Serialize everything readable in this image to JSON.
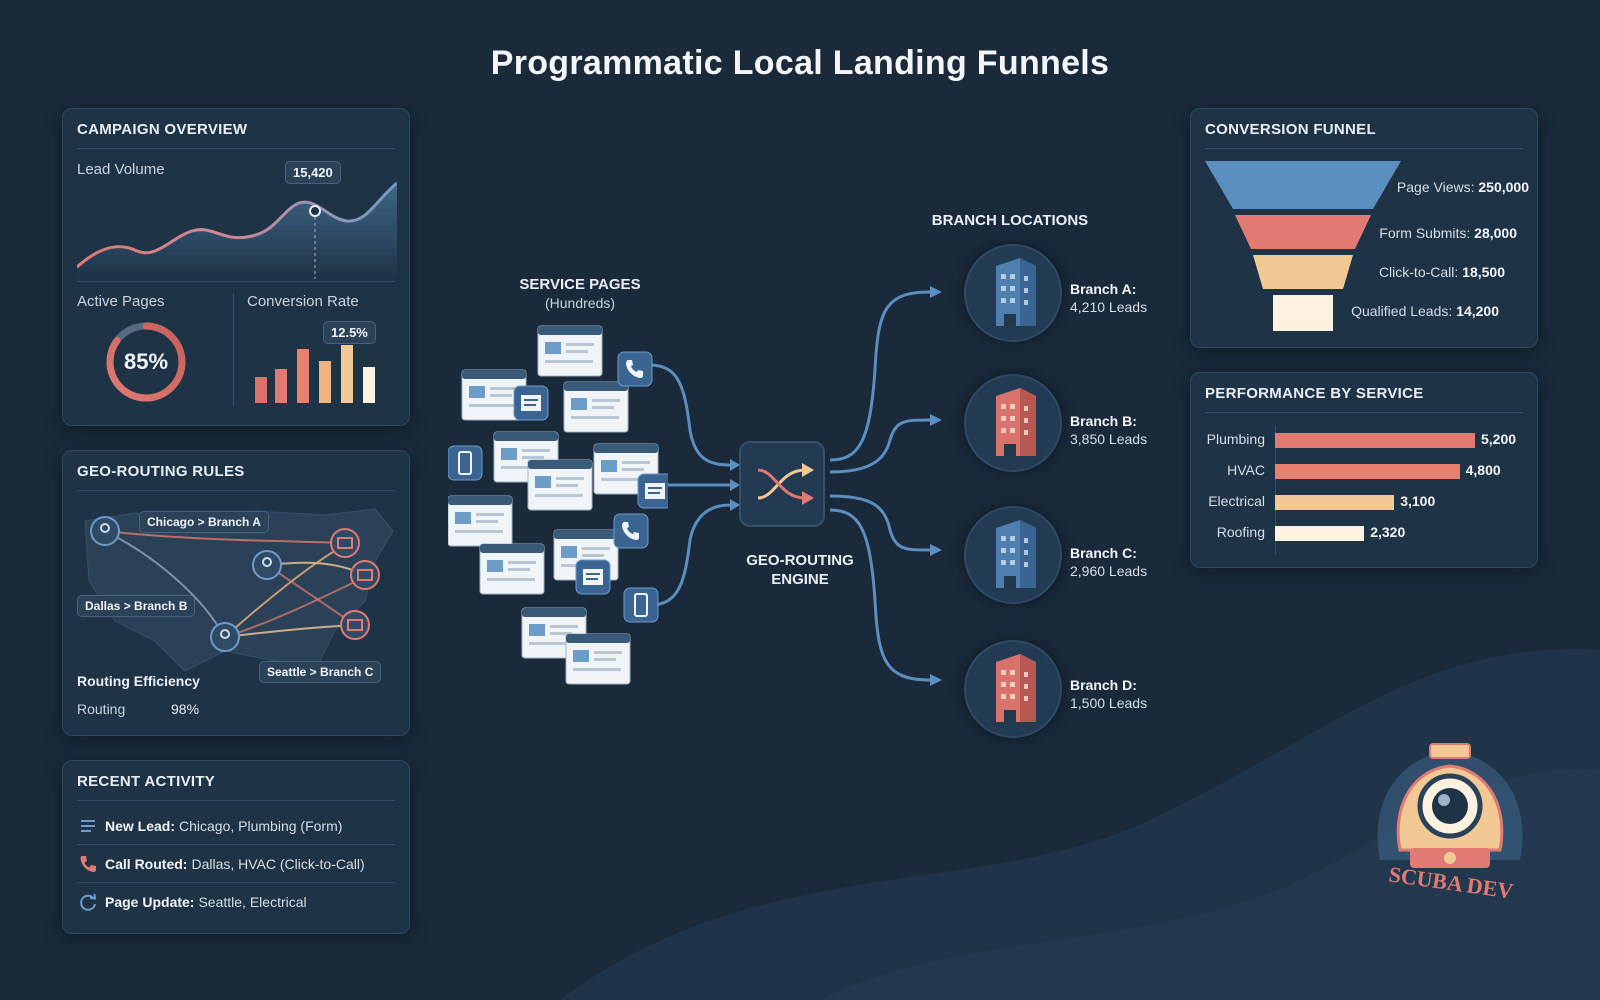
{
  "title": "Programmatic Local Landing Funnels",
  "colors": {
    "background": "#1a2a3b",
    "panel": "#1f3346",
    "accent_red": "#e07a72",
    "accent_blue": "#5a8fc0",
    "accent_peach": "#f2c994",
    "accent_cream": "#fdf1e0"
  },
  "campaign": {
    "heading": "CAMPAIGN OVERVIEW",
    "lead_volume_label": "Lead Volume",
    "lead_volume_callout": "15,420",
    "active_pages_label": "Active Pages",
    "active_pages_value": "85%",
    "active_pages_fraction": 0.85,
    "conversion_rate_label": "Conversion Rate",
    "conversion_rate_callout": "12.5%"
  },
  "geo": {
    "heading": "GEO-ROUTING RULES",
    "rule_chicago": "Chicago > Branch A",
    "rule_dallas": "Dallas > Branch B",
    "rule_seattle": "Seattle > Branch C",
    "efficiency_label": "Routing Efficiency",
    "routing_label": "Routing",
    "routing_value": "98%"
  },
  "activity": {
    "heading": "RECENT ACTIVITY",
    "items": [
      {
        "icon": "list-icon",
        "label": "New Lead:",
        "text": "Chicago, Plumbing (Form)"
      },
      {
        "icon": "phone-icon",
        "label": "Call Routed:",
        "text": "Dallas, HVAC (Click-to-Call)"
      },
      {
        "icon": "refresh-icon",
        "label": "Page Update:",
        "text": "Seattle, Electrical"
      }
    ]
  },
  "center": {
    "service_pages_label": "SERVICE PAGES",
    "service_pages_sub": "(Hundreds)",
    "engine_label_1": "GEO-ROUTING",
    "engine_label_2": "ENGINE",
    "branch_locations_label": "BRANCH LOCATIONS"
  },
  "branches": [
    {
      "name": "Branch A:",
      "leads": "4,210 Leads",
      "color": "#4f7fae"
    },
    {
      "name": "Branch B:",
      "leads": "3,850 Leads",
      "color": "#d9726b"
    },
    {
      "name": "Branch C:",
      "leads": "2,960 Leads",
      "color": "#4f7fae"
    },
    {
      "name": "Branch D:",
      "leads": "1,500 Leads",
      "color": "#d9726b"
    }
  ],
  "funnel": {
    "heading": "CONVERSION FUNNEL",
    "stages": [
      {
        "label": "Page Views:",
        "value": "250,000"
      },
      {
        "label": "Form Submits:",
        "value": "28,000"
      },
      {
        "label": "Click-to-Call:",
        "value": "18,500"
      },
      {
        "label": "Qualified Leads:",
        "value": "14,200"
      }
    ]
  },
  "performance": {
    "heading": "PERFORMANCE BY SERVICE",
    "bars": [
      {
        "label": "Plumbing",
        "value": "5,200"
      },
      {
        "label": "HVAC",
        "value": "4,800"
      },
      {
        "label": "Electrical",
        "value": "3,100"
      },
      {
        "label": "Roofing",
        "value": "2,320"
      }
    ]
  },
  "logo": {
    "text": "SCUBA DEV"
  }
}
